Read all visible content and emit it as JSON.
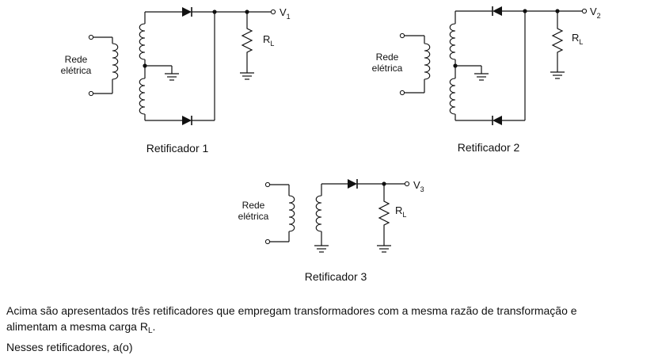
{
  "circuits": [
    {
      "caption": "Retificador 1",
      "source_label_line1": "Rede",
      "source_label_line2": "elétrica",
      "output_symbol": "V",
      "output_subscript": "1",
      "load_symbol": "R",
      "load_subscript": "L"
    },
    {
      "caption": "Retificador 2",
      "source_label_line1": "Rede",
      "source_label_line2": "elétrica",
      "output_symbol": "V",
      "output_subscript": "2",
      "load_symbol": "R",
      "load_subscript": "L"
    },
    {
      "caption": "Retificador 3",
      "source_label_line1": "Rede",
      "source_label_line2": "elétrica",
      "output_symbol": "V",
      "output_subscript": "3",
      "load_symbol": "R",
      "load_subscript": "L"
    }
  ],
  "text": {
    "line1": "Acima são apresentados três retificadores que empregam transformadores com a mesma razão de transformação e",
    "line2_before": "alimentam a mesma carga R",
    "line2_sub": "L",
    "line2_after": ".",
    "line3": "Nesses retificadores, a(o)"
  }
}
